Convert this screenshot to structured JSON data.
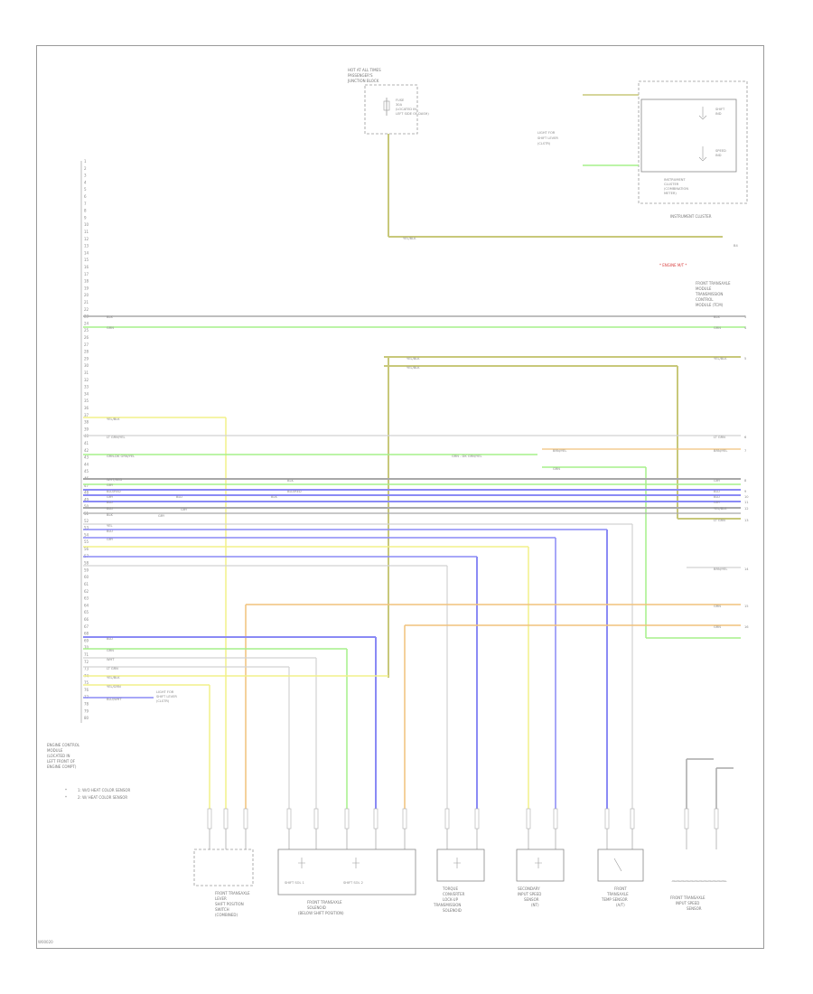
{
  "diagram_code": "W00020",
  "colors": {
    "yellow": "#f2f08a",
    "green": "#a6f08a",
    "blue": "#8a8af5",
    "gray": "#a8a8a8",
    "ltgray": "#d2d2d2",
    "orange": "#f0c27c",
    "olive": "#c8c87a",
    "red": "#d94040"
  },
  "ecm_pins": [
    "1",
    "2",
    "3",
    "4",
    "5",
    "6",
    "7",
    "8",
    "9",
    "10",
    "11",
    "12",
    "13",
    "14",
    "15",
    "16",
    "17",
    "18",
    "19",
    "20",
    "21",
    "22",
    "23",
    "24",
    "25",
    "26",
    "27",
    "28",
    "29",
    "30",
    "31",
    "32",
    "33",
    "34",
    "35",
    "36",
    "37",
    "38",
    "39",
    "40",
    "41",
    "42",
    "43",
    "44",
    "45",
    "46",
    "47",
    "48",
    "49",
    "50",
    "51",
    "52",
    "53",
    "54",
    "55",
    "56",
    "57",
    "58",
    "59",
    "60",
    "61",
    "62",
    "63",
    "64",
    "65",
    "66",
    "67",
    "68",
    "69",
    "70",
    "71",
    "72",
    "73",
    "74",
    "75",
    "76",
    "77",
    "78",
    "79",
    "80"
  ],
  "ecm_label": [
    "ENGINE CONTROL",
    "MODULE",
    "(LOCATED IN",
    "LEFT FRONT OF",
    "ENGINE COMPT)"
  ],
  "notes": [
    {
      "bullet": "*",
      "text": "1: W/O HEAT COLOR SENSOR"
    },
    {
      "bullet": "*",
      "text": "2: W/ HEAT COLOR SENSOR"
    }
  ],
  "hot_label": [
    "HOT AT ALL TIMES",
    "PASSENGER'S",
    "JUNCTION BLOCK"
  ],
  "fuse_label": [
    "FUSE",
    "30A",
    "(LOCATED IN",
    "LEFT SIDE OF DASH)"
  ],
  "cluster_left_label": [
    "LIGHT FOR",
    "SHIFT LEVER",
    "(CLSTR)"
  ],
  "cluster_box_label": [
    "INSTRUMENT",
    "CLUSTER",
    "(COMBINATION",
    "METER)"
  ],
  "cluster_inner": [
    "SHIFT",
    "IND",
    "SPEED",
    "IND"
  ],
  "cluster_title": "INSTRUMENT CLUSTER",
  "cluster_pin": "B4",
  "red_note": "* ENGINE M/T *",
  "tcm_label": [
    "FRONT TRANSAXLE",
    "MODULE",
    "TRANSMISSION",
    "CONTROL",
    "MODULE (TCM)"
  ],
  "wires_left": [
    {
      "pin": "27",
      "label": "BLK"
    },
    {
      "pin": "28",
      "label": "GRN"
    },
    {
      "pin": "35",
      "label": "YEL/BLK"
    },
    {
      "pin": "36",
      "label": "LT GRN/YEL"
    },
    {
      "pin": "38",
      "label": "GRN-DK GRN/YEL"
    },
    {
      "pin": "41",
      "label": "WHT/RED"
    },
    {
      "pin": "42",
      "label": "GRY"
    },
    {
      "pin": "43",
      "label": "BLU/RED"
    },
    {
      "pin": "44",
      "label": "GRY"
    },
    {
      "pin": "45",
      "label": "BLU"
    },
    {
      "pin": "46",
      "label": "BLU"
    },
    {
      "pin": "47",
      "label": "BLK"
    },
    {
      "pin": "48",
      "label": "YEL"
    },
    {
      "pin": "49",
      "label": "BLU"
    },
    {
      "pin": "50",
      "label": "GRY"
    },
    {
      "pin": "62",
      "label": "BLU"
    },
    {
      "pin": "63",
      "label": "GRN"
    },
    {
      "pin": "64",
      "label": "WHT"
    },
    {
      "pin": "65",
      "label": "LT GRN"
    },
    {
      "pin": "66",
      "label": "YEL/BLK"
    },
    {
      "pin": "67",
      "label": "YEL/GRN"
    },
    {
      "pin": "68",
      "label": "BLU/WHT"
    }
  ],
  "wire_labels_mid": {
    "yel_blk_top": "YEL/BLK",
    "yel_blk_2": "YEL/BLK",
    "yel_blk_3": "YEL/BLK",
    "grn_dk": "GRN - DK GRN/YEL",
    "brn_yel": "BRN/YEL",
    "grn": "GRN",
    "blk_a": "BLK",
    "blk_b": "BLK",
    "blu_a": "BLU/RED",
    "gry_a": "GRY",
    "gry_b": "GRY",
    "blu_b": "BLU"
  },
  "wires_right": [
    {
      "pin": "3",
      "label": "BLK"
    },
    {
      "pin": "4",
      "label": "GRN"
    },
    {
      "pin": "5",
      "label": "YEL/BLK"
    },
    {
      "pin": "6",
      "label": "LT GRN"
    },
    {
      "pin": "7",
      "label": "BRN/YEL"
    },
    {
      "pin": "8",
      "label": "GRY"
    },
    {
      "pin": "9",
      "label": "BLU"
    },
    {
      "pin": "10",
      "label": "BLU"
    },
    {
      "pin": "11",
      "label": "GRY"
    },
    {
      "pin": "12",
      "label": "YEL/BLK"
    },
    {
      "pin": "13",
      "label": "LT GRN"
    },
    {
      "pin": "14",
      "label": "BRN/YEL"
    },
    {
      "pin": "15",
      "label": "GRN"
    },
    {
      "pin": "16",
      "label": "GRN"
    }
  ],
  "side_ref": [
    "LIGHT FOR",
    "SHIFT LEVER",
    "(CLSTR)"
  ],
  "bottom_components": [
    {
      "id": "c1",
      "lines": [
        "FRONT TRANSAXLE",
        "LEVER",
        "SHIFT POSITION",
        "SWITCH",
        "(COMBINED)"
      ]
    },
    {
      "id": "c2",
      "lines": [
        "FRONT TRANSAXLE",
        "SOLENOID",
        "(BELOW SHIFT POSITION)"
      ],
      "inner": [
        "SHIFT SOL 1",
        "SHIFT SOL 2"
      ]
    },
    {
      "id": "c3",
      "lines": [
        "TORQUE",
        "CONVERTER",
        "LOCK-UP",
        "TRANSMISSION",
        "SOLENOID"
      ]
    },
    {
      "id": "c4",
      "lines": [
        "SECONDARY",
        "INPUT SPEED",
        "SENSOR",
        "(NT)"
      ]
    },
    {
      "id": "c5",
      "lines": [
        "FRONT",
        "TRANSAXLE",
        "TEMP SENSOR",
        "(A/T)"
      ]
    },
    {
      "id": "c6",
      "lines": [
        "FRONT TRANSAXLE",
        "INPUT SPEED",
        "SENSOR"
      ]
    }
  ]
}
